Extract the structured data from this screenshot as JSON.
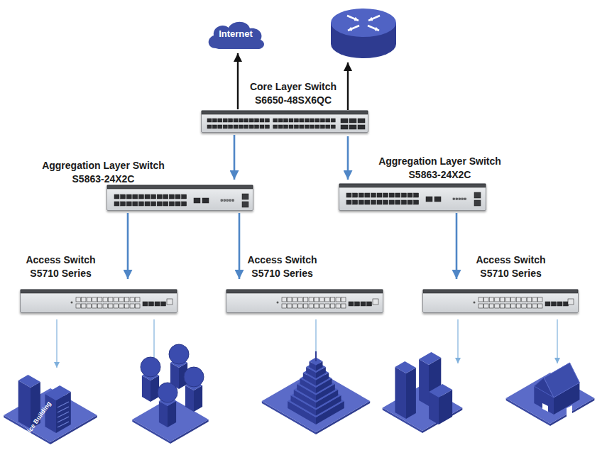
{
  "diagram": {
    "nodes": [
      {
        "text": [
          "Internet"
        ]
      },
      {
        "text": [
          "Core Layer Switch S6650-48SX6QC"
        ]
      },
      {
        "text": [
          "Aggregation Layer Switch S5863-24X2C"
        ]
      },
      {
        "text": [
          "Aggregation Layer Switch S5863-24X2C"
        ]
      },
      {
        "text": [
          "Access Switch S5710 Series"
        ]
      },
      {
        "text": [
          "Access Switch S5710 Series"
        ]
      },
      {
        "text": [
          "Access Switch S5710 Series"
        ]
      },
      {
        "text": [
          "Office Building"
        ]
      }
    ],
    "edges": [
      {
        "from": 1,
        "to": 0,
        "arrow": "to"
      },
      {
        "from": 1,
        "to": 2,
        "arrow": "to"
      },
      {
        "from": 1,
        "to": 3,
        "arrow": "to"
      },
      {
        "from": 2,
        "to": 4,
        "arrow": "to"
      },
      {
        "from": 2,
        "to": 5,
        "arrow": "to"
      },
      {
        "from": 3,
        "to": 6,
        "arrow": "to"
      },
      {
        "from": 4,
        "to": 7,
        "arrow": "to"
      }
    ]
  }
}
